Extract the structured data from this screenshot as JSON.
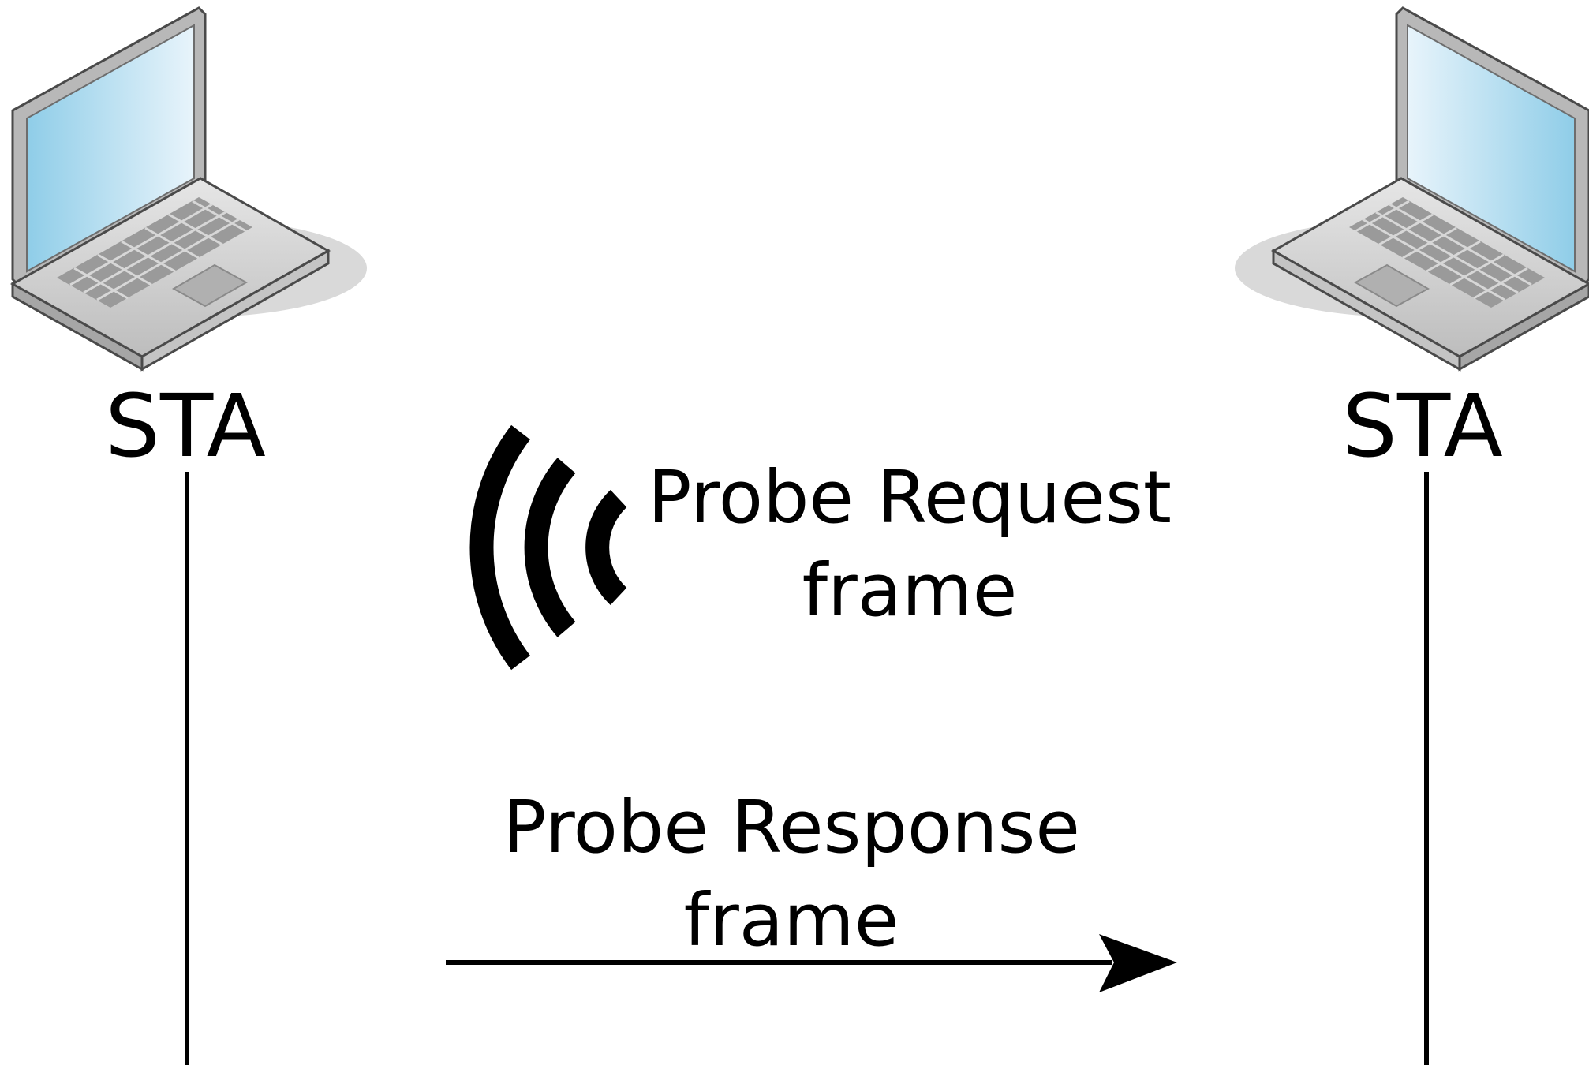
{
  "stations": [
    {
      "label": "STA",
      "icon": "laptop-icon"
    },
    {
      "label": "STA",
      "icon": "laptop-icon"
    }
  ],
  "probe_request": {
    "line1": "Probe Request",
    "line2": "frame",
    "icon": "wireless-signal-icon"
  },
  "probe_response": {
    "line1": "Probe Response",
    "line2": "frame",
    "direction": "left-to-right"
  },
  "colors": {
    "ink": "#000000",
    "screen_light": "#e8f4fb",
    "screen_dark": "#8fcde8",
    "laptop_body": "#d4d4d4",
    "laptop_edge": "#4a4a4a",
    "keys": "#8c8c8c"
  }
}
